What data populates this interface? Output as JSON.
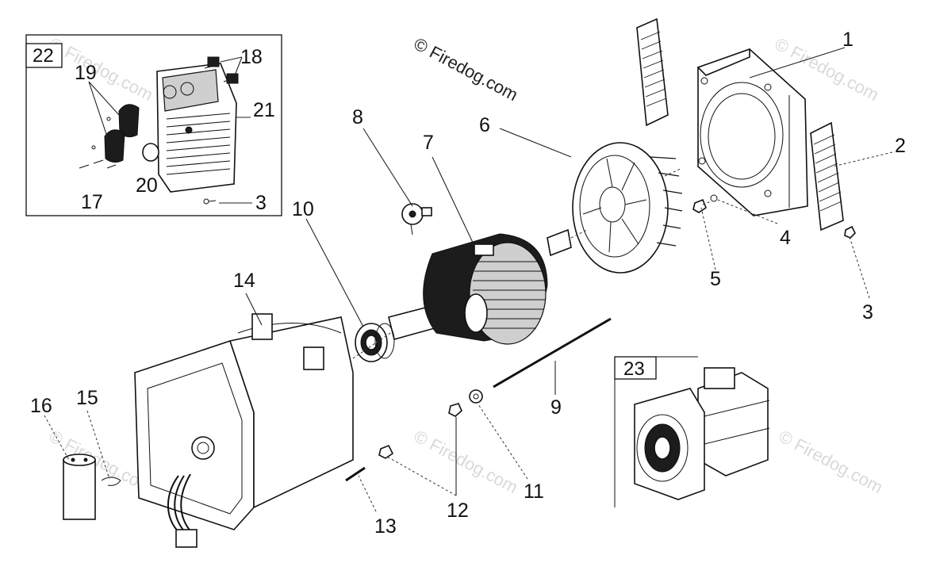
{
  "copyright": "© Firedog.com",
  "watermark_text": "© Firedog.com",
  "callouts": {
    "c1": "1",
    "c2": "2",
    "c3a": "3",
    "c3b": "3",
    "c4": "4",
    "c5": "5",
    "c6": "6",
    "c7": "7",
    "c8": "8",
    "c9": "9",
    "c10": "10",
    "c11": "11",
    "c12": "12",
    "c13": "13",
    "c14": "14",
    "c15": "15",
    "c16": "16",
    "c17": "17",
    "c18": "18",
    "c19": "19",
    "c20": "20",
    "c21": "21"
  },
  "inset_control_panel": {
    "label": "22"
  },
  "inset_assembly": {
    "label": "23"
  },
  "colors": {
    "ink": "#111111",
    "watermark": "#d9d9d9",
    "background": "#ffffff"
  }
}
